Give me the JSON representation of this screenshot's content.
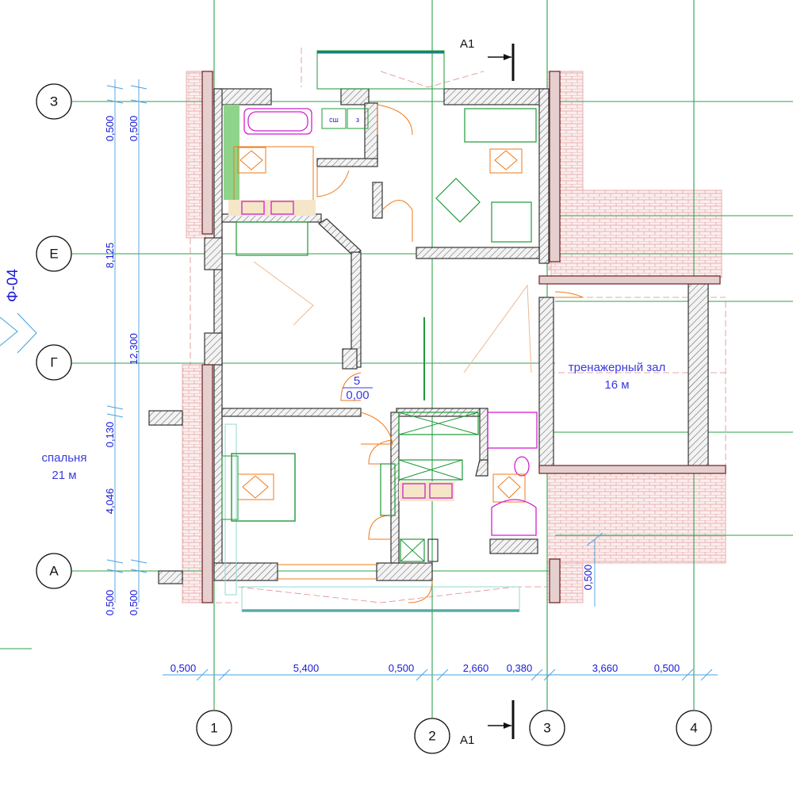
{
  "axes": {
    "horizontal": [
      "З",
      "Е",
      "Г",
      "А"
    ],
    "vertical": [
      "1",
      "2",
      "3",
      "4"
    ]
  },
  "sheet_label": "Ф-04",
  "section_label": "А1",
  "rooms": {
    "bedroom": {
      "name": "спальня",
      "area": "21 м"
    },
    "gym": {
      "name": "тренажерный зал",
      "area": "16 м"
    },
    "hall_number": "5",
    "hall_level": "0,00"
  },
  "labels": {
    "cabinet": "сш",
    "cabinet2": "з"
  },
  "dimensions": {
    "bottom": [
      "0,500",
      "5,400",
      "0,500",
      "2,660",
      "0,380",
      "3,660",
      "0,500"
    ],
    "left_outer": [
      "0,500",
      "8,125",
      "0,130",
      "4,046",
      "0,500"
    ],
    "left_inner": [
      "0,500",
      "12,300",
      "0,500"
    ],
    "right_small": "0,500"
  },
  "colors": {
    "grid": "#2ea24a",
    "dimension": "#1a1ad8",
    "door": "#f07a1a",
    "furniture_green": "#1f9a3a",
    "furniture_magenta": "#d21fd2",
    "brick": "#e8a6a6"
  }
}
